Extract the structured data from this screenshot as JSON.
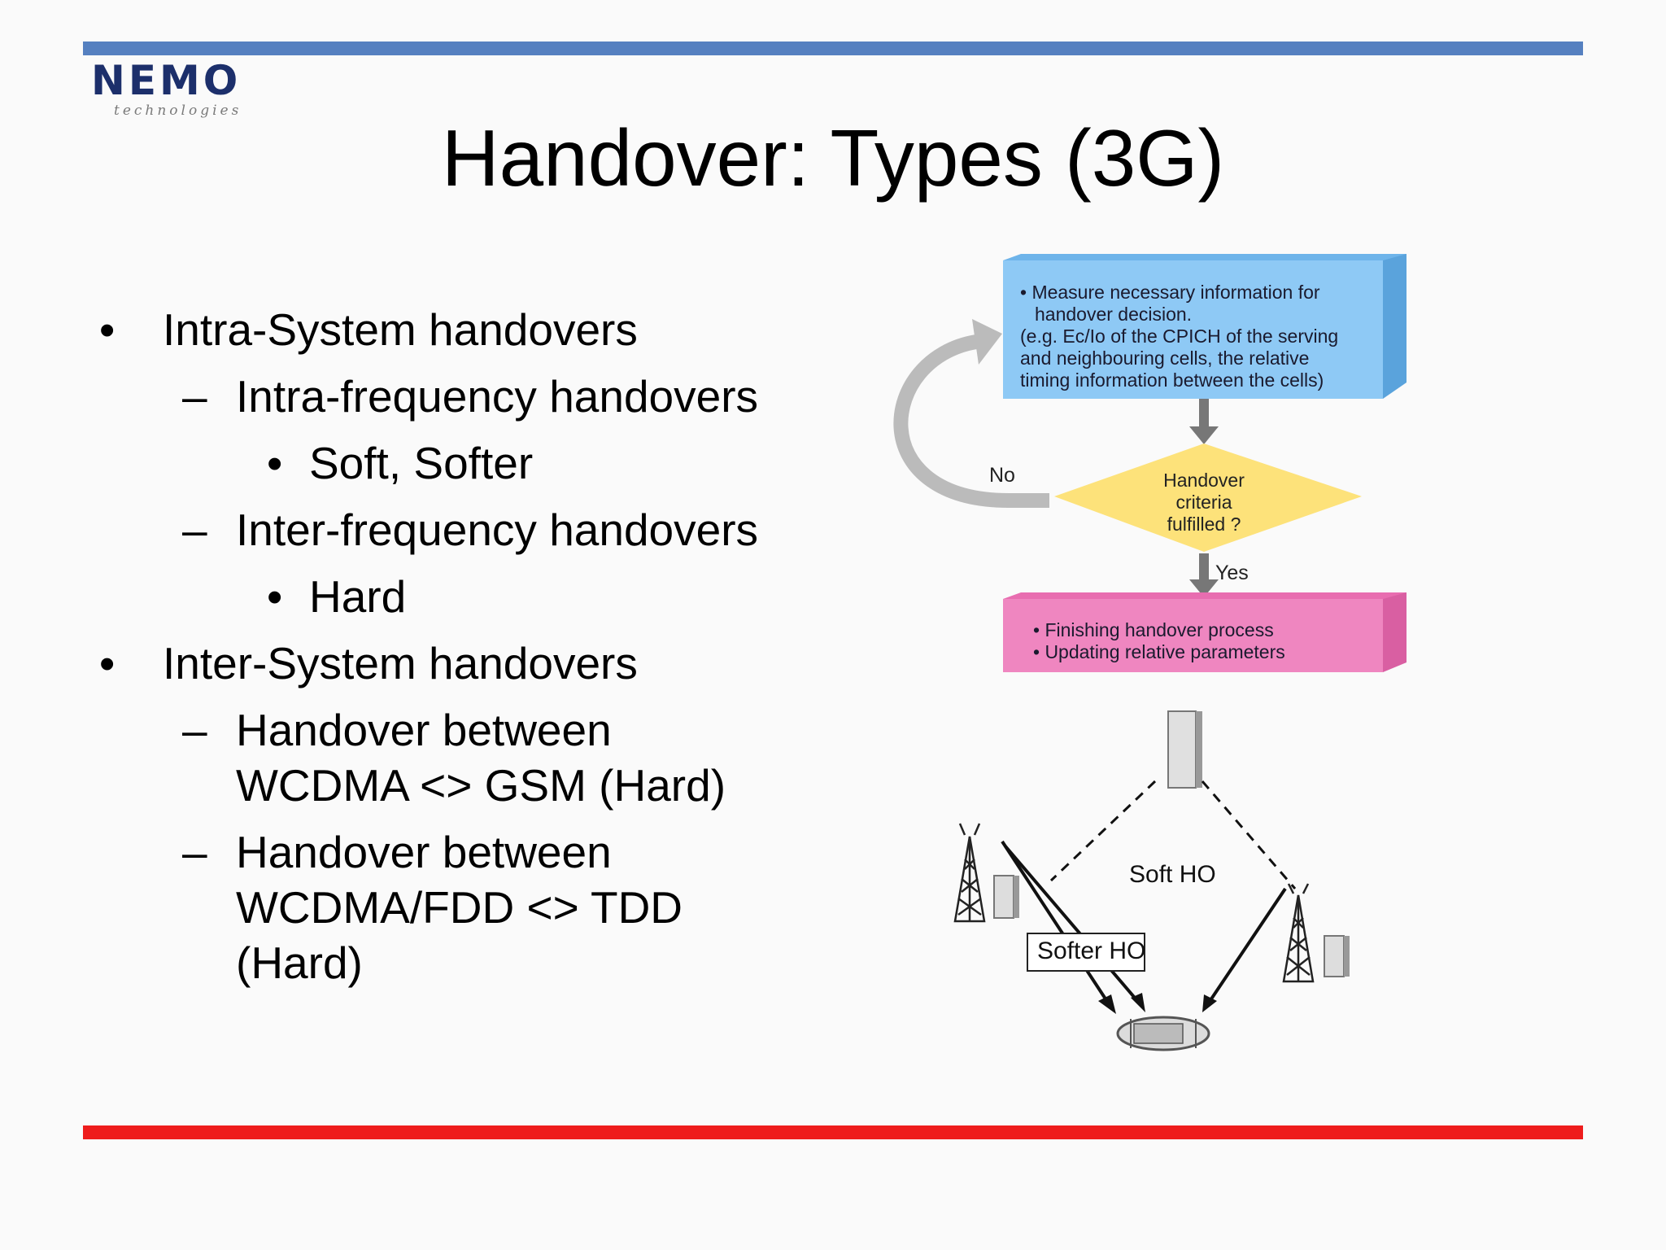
{
  "logo": {
    "name": "NEMO",
    "sub": "technologies"
  },
  "title": "Handover: Types (3G)",
  "bullets": {
    "b1": "Intra-System handovers",
    "b1_1": "Intra-frequency handovers",
    "b1_1_1": "Soft, Softer",
    "b1_2": "Inter-frequency handovers",
    "b1_2_1": "Hard",
    "b2": "Inter-System handovers",
    "b2_1_line1": "Handover between",
    "b2_1_line2": "WCDMA <> GSM (Hard)",
    "b2_2_line1": "Handover between",
    "b2_2_line2": "WCDMA/FDD <> TDD",
    "b2_2_line3": "(Hard)"
  },
  "flowchart": {
    "measure_lines": [
      "• Measure necessary information for",
      "handover decision.",
      "(e.g. Ec/Io of the CPICH of the serving",
      "and neighbouring cells, the relative",
      "timing information between the cells)"
    ],
    "no_label": "No",
    "criteria_lines": [
      "Handover",
      "criteria",
      "fulfilled ?"
    ],
    "yes_label": "Yes",
    "finish_lines": [
      "• Finishing handover process",
      "• Updating relative parameters"
    ]
  },
  "network": {
    "soft_label": "Soft HO",
    "softer_label": "Softer HO"
  },
  "colors": {
    "top_bar": "#5580c0",
    "bottom_bar": "#ee1c1c",
    "blue_box": "#8ec9f5",
    "pink_box": "#ef86c0",
    "diamond": "#fde27a"
  }
}
